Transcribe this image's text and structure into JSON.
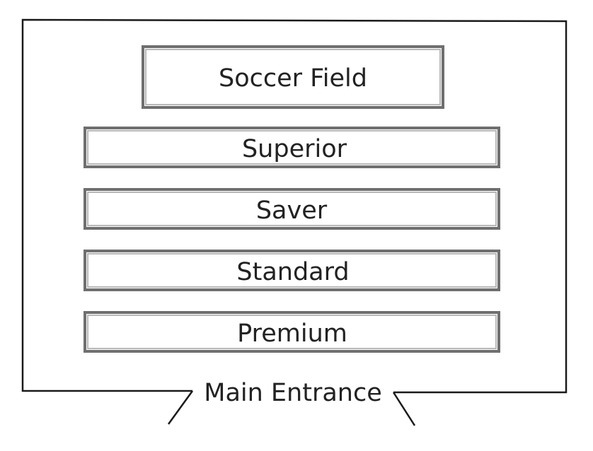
{
  "diagram": {
    "field": {
      "label": "Soccer Field"
    },
    "sections": [
      {
        "label": "Superior"
      },
      {
        "label": "Saver"
      },
      {
        "label": "Standard"
      },
      {
        "label": "Premium"
      }
    ],
    "entrance": {
      "label": "Main Entrance"
    }
  }
}
